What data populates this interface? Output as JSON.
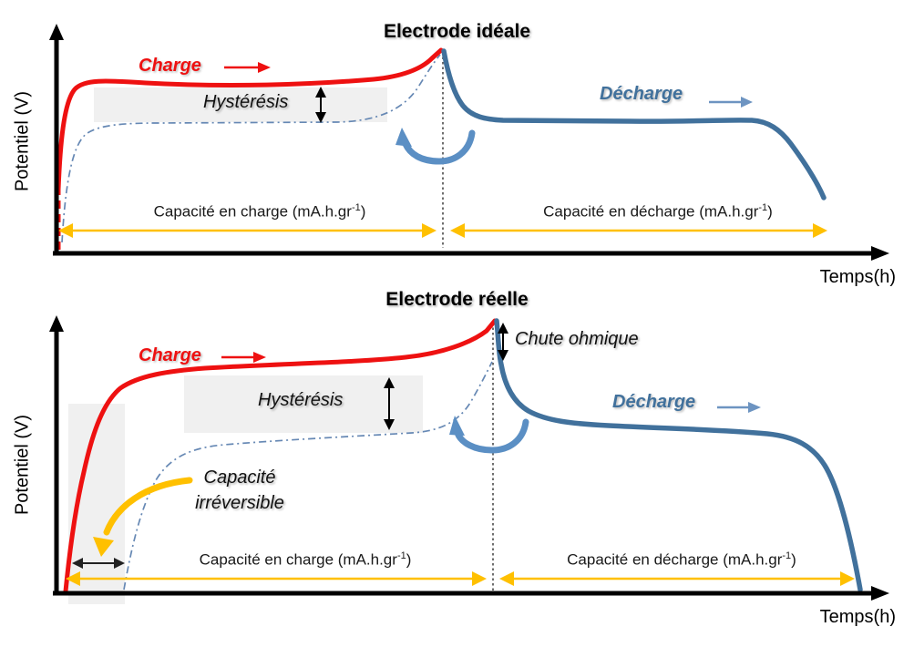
{
  "colors": {
    "red": "#ee1111",
    "blue": "#41719c",
    "light-blue": "#5b8fc4",
    "arrow-blue": "#6d94c1",
    "yellow": "#ffc000",
    "grey-box": "#f0f0f0",
    "dashdot": "#6688b4",
    "dotted": "#555555",
    "text": "#1a1a1a"
  },
  "top_chart": {
    "title": "Electrode idéale",
    "y_axis_label": "Potentiel (V)",
    "x_axis_label": "Temps(h)",
    "charge_label": "Charge",
    "discharge_label": "Décharge",
    "hysteresis_label": "Hystérésis",
    "capacity_charge": {
      "pre": "Capacité en charge (mA.h.gr",
      "sup": "-1",
      "post": ")"
    },
    "capacity_discharge": {
      "pre": "Capacité en décharge (mA.h.gr",
      "sup": "-1",
      "post": ")"
    }
  },
  "bottom_chart": {
    "title": "Electrode réelle",
    "y_axis_label": "Potentiel (V)",
    "x_axis_label": "Temps(h)",
    "charge_label": "Charge",
    "discharge_label": "Décharge",
    "hysteresis_label": "Hystérésis",
    "ohmic_drop_label": "Chute ohmique",
    "irreversible_capacity": {
      "line1": "Capacité",
      "line2": "irréversible"
    },
    "capacity_charge": {
      "pre": "Capacité en charge (mA.h.gr",
      "sup": "-1",
      "post": ")"
    },
    "capacity_discharge": {
      "pre": "Capacité en décharge (mA.h.gr",
      "sup": "-1",
      "post": ")"
    }
  }
}
